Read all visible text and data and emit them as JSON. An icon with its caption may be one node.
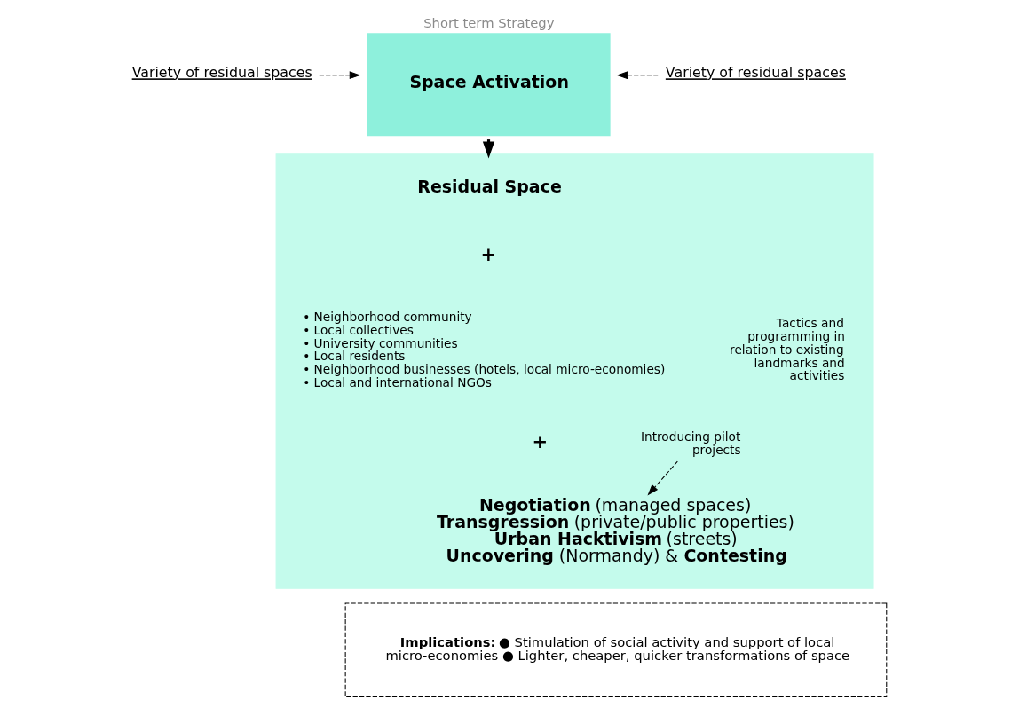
{
  "diagram": {
    "nodes": [
      {
        "text": [
          "Variety of residual spaces"
        ]
      },
      {
        "text": [
          "Short term Strategy",
          "**Space Activation**"
        ]
      },
      {
        "text": [
          "Variety of residual spaces"
        ]
      },
      {
        "text": [],
        "shape": "box"
      },
      {
        "text": [
          "**Residual Space**"
        ],
        "in": 3
      },
      {
        "text": [
          "• Neighborhood community",
          "• Local collectives",
          "• University communities",
          "• Local residents",
          "• Neighborhood businesses (hotels, local micro-economies)",
          "• Local and international NGOs"
        ],
        "in": 3
      },
      {
        "text": [
          "Tactics and programming in relation to existing landmarks and activities"
        ],
        "in": 3
      },
      {
        "text": [
          "Introducing pilot projects"
        ],
        "in": 3
      },
      {
        "text": [
          "**Negotiation** (managed spaces)",
          "**Transgression** (private/public properties)",
          "**Urban Hacktivism** (streets)",
          "**Uncovering** (Normandy) & **Contesting**"
        ],
        "in": 3
      },
      {
        "text": [
          "**Implications:** ● Stimulation of social activity and support of local micro-economies ● Lighter, cheaper, quicker transformations of space"
        ]
      }
    ],
    "edges": [
      {
        "from": 0,
        "to": 1,
        "arrow": "to",
        "style": "dashed"
      },
      {
        "from": 2,
        "to": 1,
        "arrow": "to",
        "style": "dashed"
      },
      {
        "from": 1,
        "to": 3,
        "arrow": "to",
        "style": "thick"
      },
      {
        "from": 7,
        "to": 8,
        "arrow": "to",
        "style": "dashed"
      }
    ],
    "labels": [
      "+",
      "+"
    ]
  }
}
